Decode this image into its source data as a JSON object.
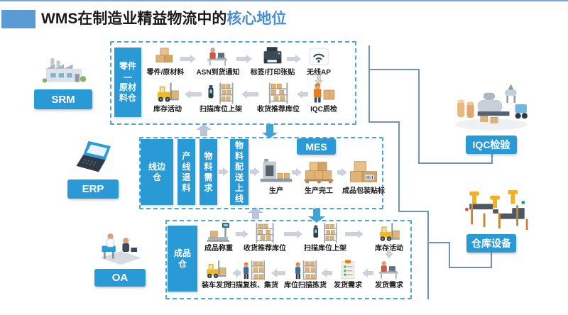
{
  "title": {
    "prefix": "WMS在制造业精益物流中的",
    "highlight": "核心地位"
  },
  "systems": {
    "srm": "SRM",
    "erp": "ERP",
    "oa": "OA",
    "iqc": "IQC检验",
    "equipment": "仓库设备",
    "mes": "MES"
  },
  "raw_section": {
    "store_label": "零件\n—\n原材\n料仓",
    "inbound": [
      {
        "label": "零件/原材料",
        "icon": "boxes-icon"
      },
      {
        "label": "ASN到货通知",
        "icon": "person-desk-icon"
      },
      {
        "label": "标签/打印张贴",
        "icon": "printer-icon"
      },
      {
        "label": "无线AP",
        "icon": "wifi-ap-icon"
      }
    ],
    "putaway": [
      {
        "label": "库存活动",
        "icon": "forklift-icon"
      },
      {
        "label": "扫描库位上架",
        "icon": "scanner-shelf-icon"
      },
      {
        "label": "收货推荐库位",
        "icon": "rack-icon"
      },
      {
        "label": "IQC质检",
        "icon": "worker-box-icon"
      }
    ]
  },
  "production_section": {
    "stores": [
      "线边\n仓",
      "产\n线\n退\n料",
      "物\n料\n需\n求",
      "物\n料\n配\n送\n上\n线"
    ],
    "flow": [
      {
        "label": "生产",
        "icon": "machine-icon"
      },
      {
        "label": "生产完工",
        "icon": "pallet-boxes-icon"
      },
      {
        "label": "成品包装贴标",
        "icon": "barcode-box-icon"
      }
    ]
  },
  "finished_section": {
    "store_label": "成品\n仓",
    "inbound": [
      {
        "label": "成品称重",
        "icon": "scale-icon"
      },
      {
        "label": "收货推荐库位",
        "icon": "rack-icon"
      },
      {
        "label": "扫描库位上架",
        "icon": "scanner-shelf-icon"
      },
      {
        "label": "库存活动",
        "icon": "forklift-icon"
      }
    ],
    "demand": {
      "label": "发货需求",
      "icon": "person-desk-icon"
    },
    "outbound": [
      {
        "label": "装车发货",
        "icon": "forklift-icon"
      },
      {
        "label": "扫描复核、集货",
        "icon": "picker-shelf-icon"
      },
      {
        "label": "库位扫描拣货",
        "icon": "picker-shelf-icon"
      },
      {
        "label": "发货需求",
        "icon": "clipboard-icon"
      }
    ]
  },
  "colors": {
    "accent_blue": "#2a9ad6",
    "title_accent": "#4a8fd3",
    "dashed_border": "#4aa8d8",
    "connector": "#6f92c1",
    "arrow_gray": "#ccd2da",
    "flow_arrow_blue": "#3ea3d9",
    "flow_arrow_light": "#b9c5da"
  }
}
